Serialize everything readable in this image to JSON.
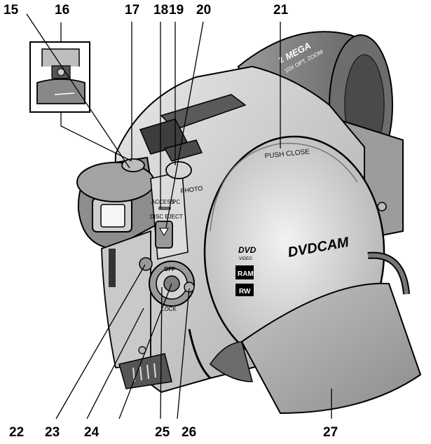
{
  "callouts": {
    "n15": "15",
    "n16": "16",
    "n17": "17",
    "n18": "18",
    "n19": "19",
    "n20": "20",
    "n21": "21",
    "n22": "22",
    "n23": "23",
    "n24": "24",
    "n25": "25",
    "n26": "26",
    "n27": "27"
  },
  "camera_text": {
    "push_close": "PUSH CLOSE",
    "photo": "PHOTO",
    "access": "ACCESS",
    "pc": "PC",
    "disc_eject": "DISC EJECT",
    "off": "OFF",
    "lock": "LOCK",
    "mega_prefix": "2",
    "mega": "MEGA",
    "zoom": "10X OPT. ZOOM",
    "dvd": "DVD",
    "video": "VIDEO",
    "ram": "RAM",
    "rw": "RW",
    "dvdcam": "DVDCAM"
  },
  "colors": {
    "line": "#000000",
    "lens_gray": "#7a7a7a",
    "body_light": "#d9d9d9",
    "body_mid": "#bdbdbd",
    "body_dark": "#3a3a3a"
  }
}
